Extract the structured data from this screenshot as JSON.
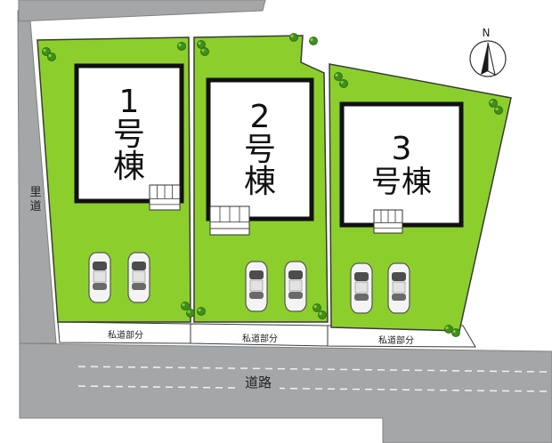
{
  "colors": {
    "lawn": "#8ccf2c",
    "lawn_edge": "#6aa91c",
    "road": "#a4a6a8",
    "road_edge": "#7f8183",
    "outline": "#3a3a3a",
    "house_border": "#111111",
    "house_fill": "#ffffff",
    "private_road": "#ffffff"
  },
  "compass": {
    "north_label": "N"
  },
  "lots": [
    {
      "number": "1",
      "label_line1": "号",
      "label_line2": "棟"
    },
    {
      "number": "2",
      "label_line1": "号",
      "label_line2": "棟"
    },
    {
      "number": "3",
      "label_line1": "号棟",
      "label_line2": ""
    }
  ],
  "roads": {
    "side_road": "里道",
    "main_road": "道路",
    "private_road_1": "私道部分",
    "private_road_2": "私道部分",
    "private_road_3": "私道部分"
  },
  "icons": {
    "car": "car-icon",
    "tree": "tree-icon",
    "stairs": "entrance-steps-icon",
    "compass": "north-arrow-icon"
  }
}
